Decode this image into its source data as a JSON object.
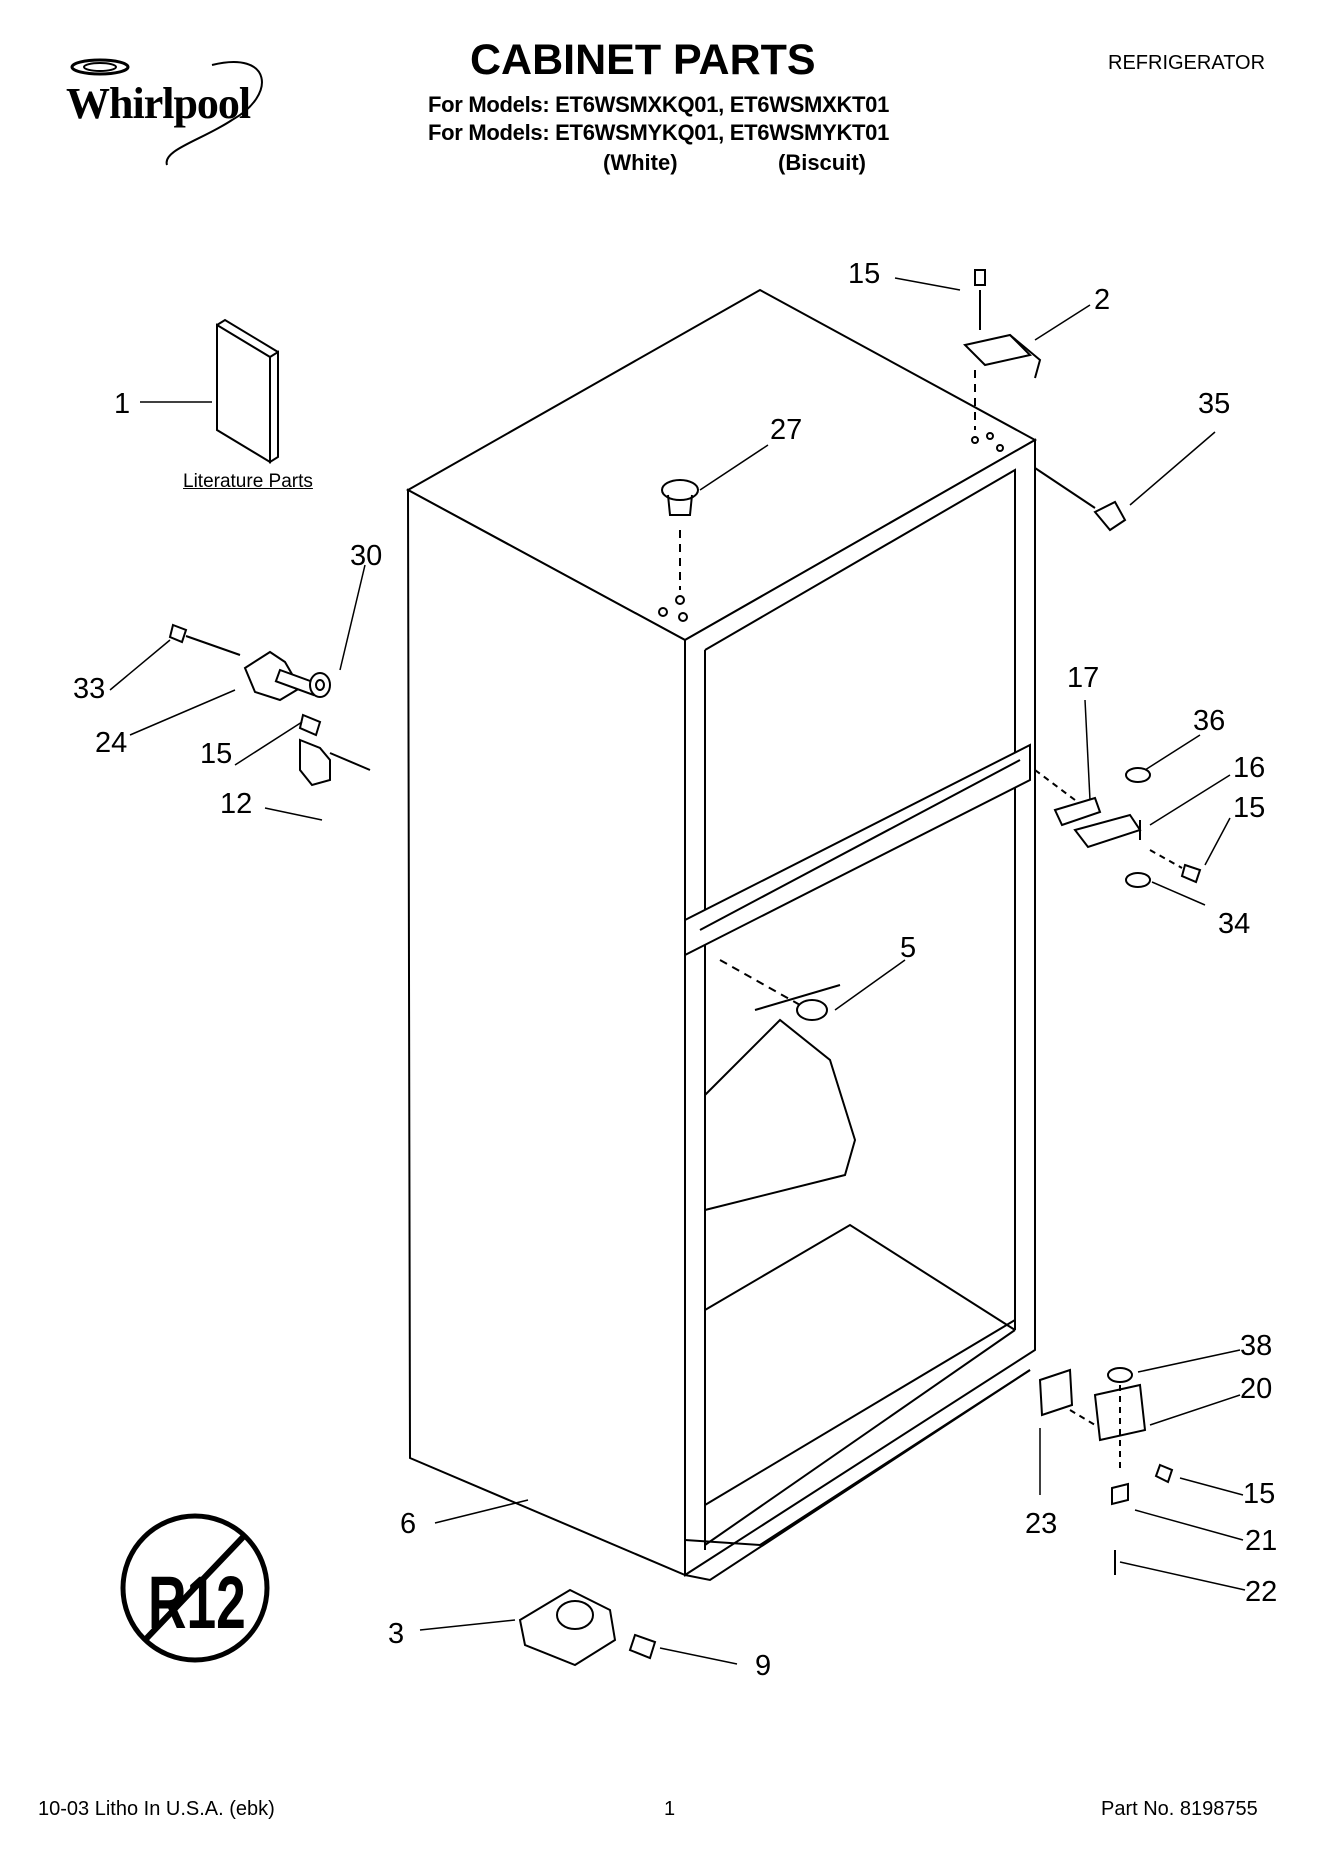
{
  "brand": "Whirlpool",
  "title": "CABINET PARTS",
  "category": "REFRIGERATOR",
  "models_line1": "For Models: ET6WSMXKQ01, ET6WSMXKT01",
  "models_line2": "For Models: ET6WSMYKQ01, ET6WSMYKT01",
  "color_white": "(White)",
  "color_biscuit": "(Biscuit)",
  "literature_label": "Literature Parts",
  "r12_badge": "R12",
  "callouts": {
    "c1": "1",
    "c2": "2",
    "c3": "3",
    "c5": "5",
    "c6": "6",
    "c9": "9",
    "c12": "12",
    "c15a": "15",
    "c15b": "15",
    "c15c": "15",
    "c15d": "15",
    "c16": "16",
    "c17": "17",
    "c20": "20",
    "c21": "21",
    "c22": "22",
    "c23": "23",
    "c24": "24",
    "c27": "27",
    "c30": "30",
    "c33": "33",
    "c34": "34",
    "c35": "35",
    "c36": "36",
    "c38": "38"
  },
  "footer": {
    "left": "10-03 Litho In U.S.A. (ebk)",
    "page": "1",
    "part": "Part No. 8198755"
  }
}
